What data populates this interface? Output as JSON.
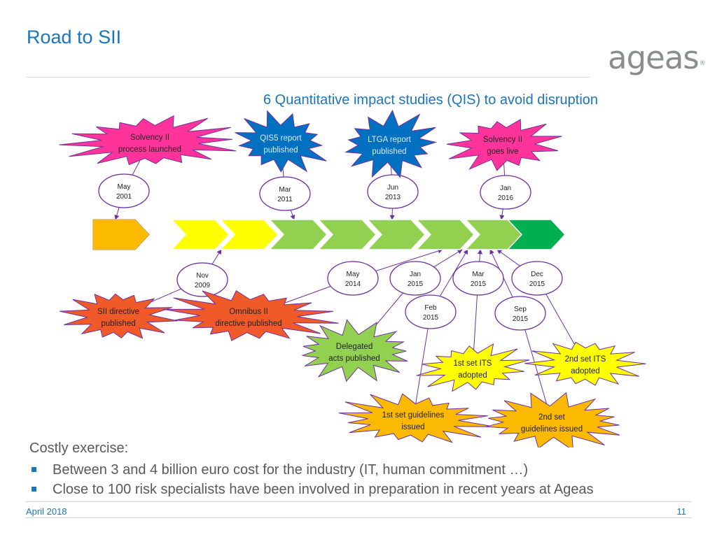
{
  "header": {
    "title": "Road to SII",
    "logo": "ageas",
    "logo_mark": "®"
  },
  "subtitle": "6 Quantitative impact studies (QIS) to avoid disruption",
  "timeline": {
    "segment_colors": [
      "#fbb900",
      "#ffff00",
      "#ffff00",
      "#92d050",
      "#92d050",
      "#92d050",
      "#92d050",
      "#92d050",
      "#00b050"
    ]
  },
  "dates": [
    {
      "id": "may-2001",
      "month": "May",
      "year": "2001"
    },
    {
      "id": "mar-2011",
      "month": "Mar",
      "year": "2011"
    },
    {
      "id": "jun-2013",
      "month": "Jun",
      "year": "2013"
    },
    {
      "id": "jan-2016",
      "month": "Jan",
      "year": "2016"
    },
    {
      "id": "nov-2009",
      "month": "Nov",
      "year": "2009"
    },
    {
      "id": "may-2014",
      "month": "May",
      "year": "2014"
    },
    {
      "id": "jan-2015",
      "month": "Jan",
      "year": "2015"
    },
    {
      "id": "mar-2015",
      "month": "Mar",
      "year": "2015"
    },
    {
      "id": "dec-2015",
      "month": "Dec",
      "year": "2015"
    },
    {
      "id": "feb-2015",
      "month": "Feb",
      "year": "2015"
    },
    {
      "id": "sep-2015",
      "month": "Sep",
      "year": "2015"
    }
  ],
  "events": [
    {
      "id": "solvency-launched",
      "lines": [
        "Solvency II",
        "process launched"
      ],
      "color": "#ff3399"
    },
    {
      "id": "qis5-report",
      "lines": [
        "QIS5 report",
        "published"
      ],
      "color": "#0070c0"
    },
    {
      "id": "ltga-report",
      "lines": [
        "LTGA report",
        "published"
      ],
      "color": "#0070c0"
    },
    {
      "id": "solvency-live",
      "lines": [
        "Solvency II",
        "goes live"
      ],
      "color": "#ff3399"
    },
    {
      "id": "sii-directive",
      "lines": [
        "SII directive",
        "published"
      ],
      "color": "#f05a28"
    },
    {
      "id": "omnibus-directive",
      "lines": [
        "Omnibus II",
        "directive published"
      ],
      "color": "#f05a28"
    },
    {
      "id": "delegated-acts",
      "lines": [
        "Delegated",
        "acts published"
      ],
      "color": "#92d050"
    },
    {
      "id": "first-its",
      "lines": [
        "1st set ITS",
        "adopted"
      ],
      "color": "#ffff00"
    },
    {
      "id": "second-its",
      "lines": [
        "2nd set ITS",
        "adopted"
      ],
      "color": "#ffff00"
    },
    {
      "id": "first-guidelines",
      "lines": [
        "1st set guidelines",
        "issued"
      ],
      "color": "#fbb900"
    },
    {
      "id": "second-guidelines",
      "lines": [
        "2nd set",
        "guidelines issued"
      ],
      "color": "#fbb900"
    }
  ],
  "cost": {
    "heading": "Costly exercise:",
    "items": [
      "Between 3 and 4 billion euro cost for the industry (IT, human commitment …)",
      "Close to 100 risk specialists have been involved in preparation in recent years at Ageas"
    ]
  },
  "footer": {
    "date": "April 2018",
    "page": "11"
  }
}
